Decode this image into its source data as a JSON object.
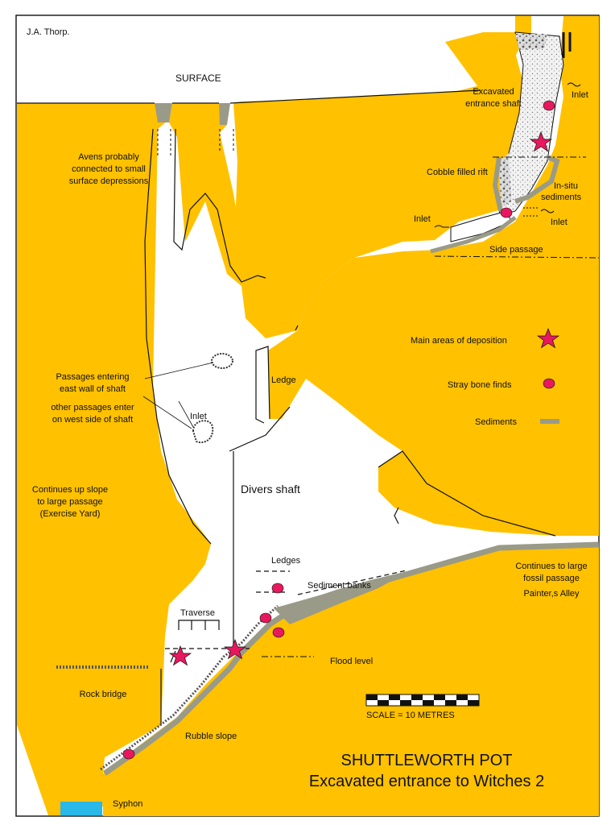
{
  "author": "J.A. Thorp.",
  "title": "SHUTTLEWORTH POT",
  "subtitle": "Excavated entrance to Witches 2",
  "scale_label": "SCALE = 10 METRES",
  "labels": {
    "surface": "SURFACE",
    "avens": [
      "Avens probably",
      "connected to small",
      "surface depressions"
    ],
    "excavated_shaft": [
      "Excavated",
      "entrance shaft"
    ],
    "inlet_top": "Inlet",
    "cobble_rift": "Cobble filled rift",
    "in_situ": [
      "In-situ",
      "sediments"
    ],
    "inlet_left": "Inlet",
    "inlet_right": "Inlet",
    "side_passage": "Side passage",
    "ledge": "Ledge",
    "passages_east": [
      "Passages entering",
      "east wall of shaft"
    ],
    "passages_west": [
      "other passages enter",
      "on west side of shaft"
    ],
    "inlet_mid": "Inlet",
    "divers_shaft": "Divers shaft",
    "continues_up": [
      "Continues up slope",
      "to large passage",
      "(Exercise Yard)"
    ],
    "ledges": "Ledges",
    "sediment_banks": "Sediment banks",
    "continues_large": [
      "Continues to large",
      "fossil passage",
      "Painter,s Alley"
    ],
    "traverse": "Traverse",
    "flood_level": "Flood level",
    "rock_bridge": "Rock bridge",
    "rubble_slope": "Rubble slope",
    "syphon": "Syphon"
  },
  "legend": [
    {
      "label": "Main areas of deposition",
      "symbol": "star"
    },
    {
      "label": "Stray bone finds",
      "symbol": "dot"
    },
    {
      "label": "Sediments",
      "symbol": "bar"
    }
  ],
  "colors": {
    "rock": "#FFC100",
    "sediment": "#9A9A88",
    "bone": "#E8185F",
    "star": "#E8185F",
    "water": "#29B8E8"
  }
}
